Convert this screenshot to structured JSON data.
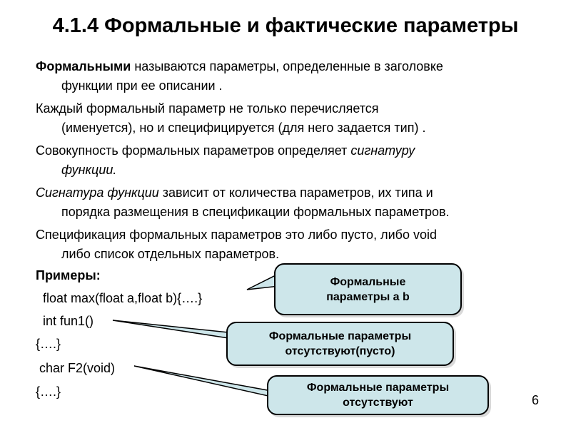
{
  "title": "4.1.4 Формальные и фактические параметры",
  "p1": {
    "term": "Формальными",
    "rest": " называются параметры, определенные в заголовке",
    "line2": "функции при ее описании ."
  },
  "p2": {
    "line1": "Каждый формальный параметр не только перечисляется",
    "line2": "(именуется), но и специфицируется (для него задается тип) ."
  },
  "p3": {
    "text": "Совокупность формальных параметров определяет ",
    "term": "сигнатуру",
    "line2": "функции."
  },
  "p4": {
    "term": "Сигнатура функции",
    "rest": " зависит от количества параметров, их типа и",
    "line2": "порядка размещения в спецификации формальных параметров."
  },
  "p5": {
    "line1": "Спецификация формальных параметров это либо пусто, либо void",
    "line2": "либо список отдельных параметров."
  },
  "examples_heading": "Примеры:",
  "code": [
    "float max(float a,float b){….}",
    "int fun1()",
    "{….}",
    "char F2(void)",
    "{….}"
  ],
  "callouts": [
    {
      "line1": "Формальные",
      "line2": "параметры a b"
    },
    {
      "line1": "Формальные параметры",
      "line2": "отсутствуют(пусто)"
    },
    {
      "line1": "Формальные параметры",
      "line2": "отсутствуют"
    }
  ],
  "page_number": "6",
  "colors": {
    "callout_fill": "#cde6ea",
    "border": "#000000"
  }
}
